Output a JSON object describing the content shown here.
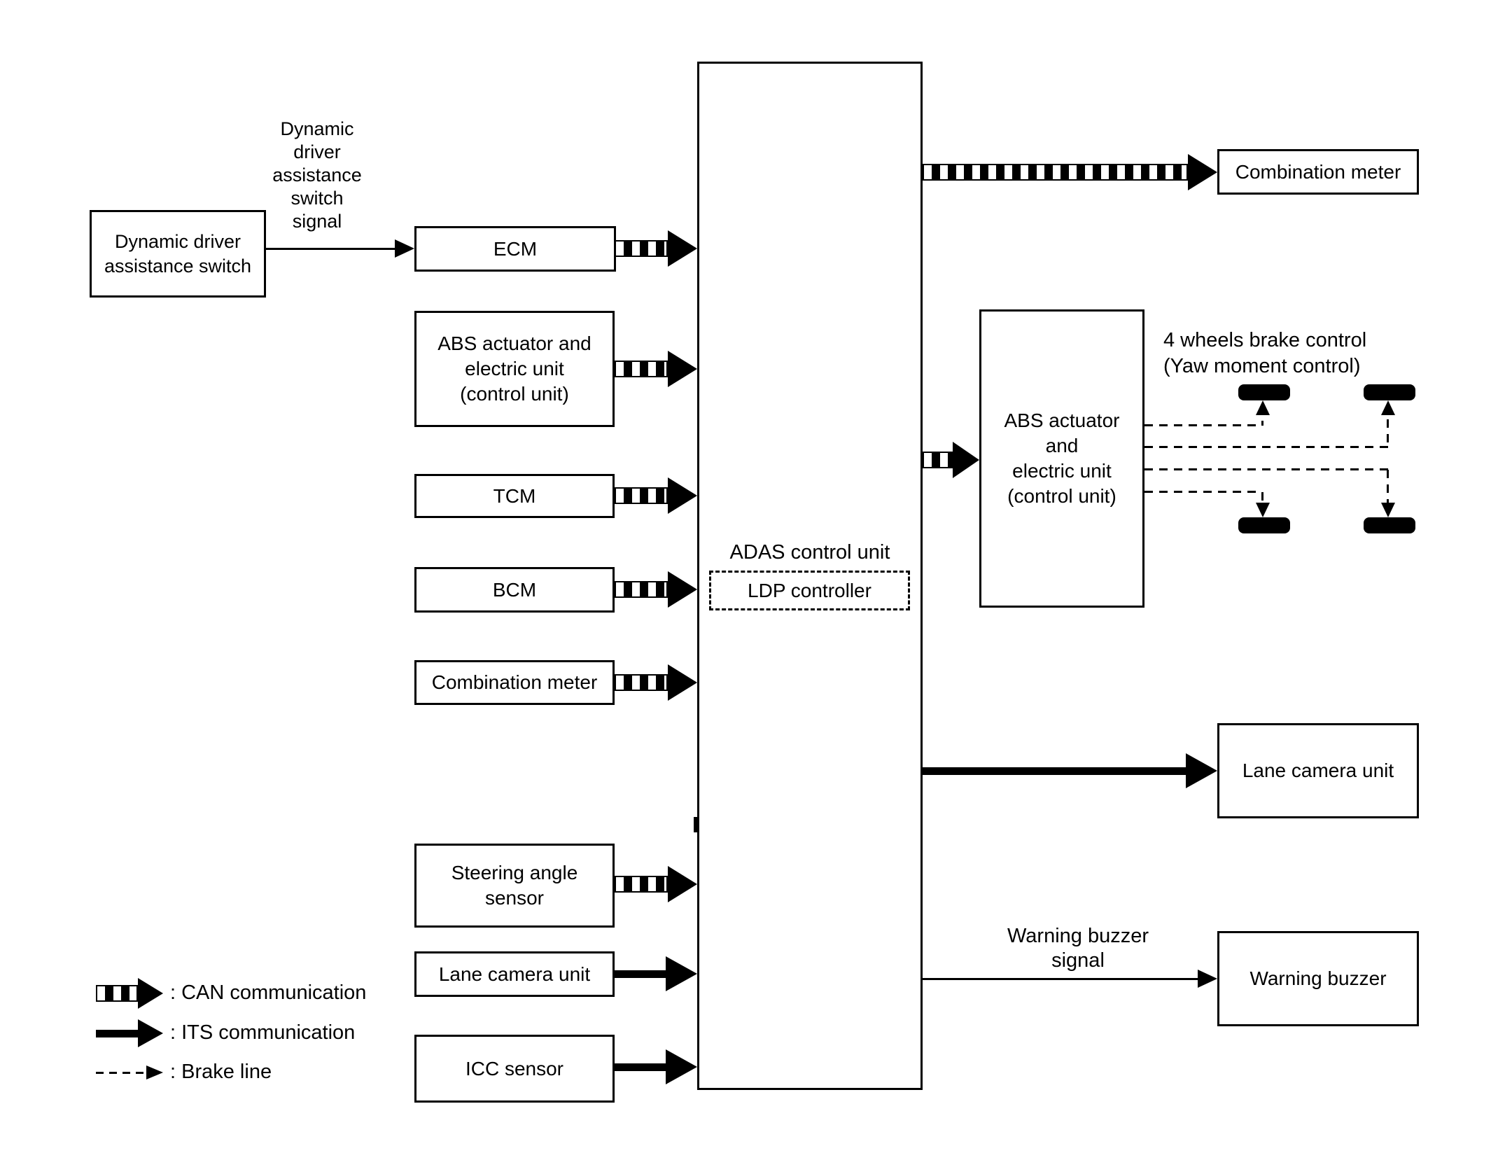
{
  "nodes": {
    "dynamic_driver_assistance_switch": "Dynamic driver\nassistance switch",
    "ecm": "ECM",
    "abs_left": "ABS actuator and\nelectric unit\n(control unit)",
    "tcm": "TCM",
    "bcm": "BCM",
    "combination_meter_left": "Combination meter",
    "steering_angle_sensor": "Steering angle\nsensor",
    "lane_camera_unit_left": "Lane camera unit",
    "icc_sensor": "ICC sensor",
    "adas_control_unit": "ADAS control unit",
    "ldp_controller": "LDP controller",
    "combination_meter_right": "Combination meter",
    "abs_right": "ABS actuator\nand\nelectric unit\n(control unit)",
    "lane_camera_unit_right": "Lane camera unit",
    "warning_buzzer": "Warning buzzer"
  },
  "labels": {
    "switch_signal": "Dynamic\ndriver\nassistance\nswitch\nsignal",
    "four_wheels": "4 wheels brake control\n(Yaw moment control)",
    "warning_buzzer_signal": "Warning buzzer\nsignal"
  },
  "legend": {
    "can": ": CAN communication",
    "its": ": ITS communication",
    "brake": ": Brake line"
  },
  "colors": {
    "line": "#000000",
    "background": "#ffffff"
  }
}
